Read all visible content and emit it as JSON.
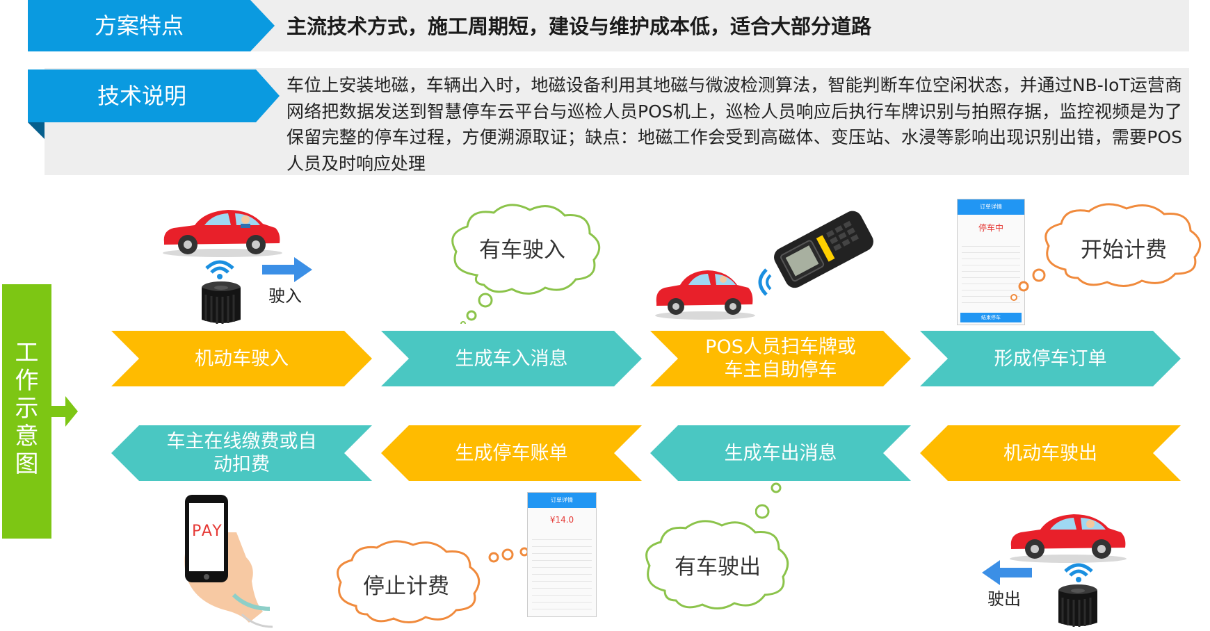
{
  "feature": {
    "title": "方案特点",
    "desc": "主流技术方式，施工周期短，建设与维护成本低，适合大部分道路"
  },
  "tech": {
    "title": "技术说明",
    "desc": "车位上安装地磁，车辆出入时，地磁设备利用其地磁与微波检测算法，智能判断车位空闲状态，并通过NB-IoT运营商网络把数据发送到智慧停车云平台与巡检人员POS机上，巡检人员响应后执行车牌识别与拍照存据，监控视频是为了保留完整的停车过程，方便溯源取证；缺点：地磁工作会受到高磁体、变压站、水浸等影响出现识别出错，需要POS人员及时响应处理"
  },
  "side_label": "工作示意图",
  "flow_top": [
    {
      "label": "机动车驶入"
    },
    {
      "label": "生成车入消息"
    },
    {
      "label": "POS人员扫车牌或车主自助停车"
    },
    {
      "label": "形成停车订单"
    }
  ],
  "flow_bottom": [
    {
      "label": "车主在线缴费或自动扣费"
    },
    {
      "label": "生成停车账单"
    },
    {
      "label": "生成车出消息"
    },
    {
      "label": "机动车驶出"
    }
  ],
  "clouds": {
    "car_in": "有车驶入",
    "start_billing": "开始计费",
    "car_out": "有车驶出",
    "stop_billing": "停止计费"
  },
  "labels": {
    "drive_in": "驶入",
    "drive_out": "驶出",
    "pay": "PAY"
  },
  "phone_order": {
    "title": "订单详情",
    "status": "停车中",
    "amount": "¥14.0",
    "button": "结束停车"
  },
  "colors": {
    "blue": "#0a9ae0",
    "yellow": "#ffbb00",
    "teal": "#4ac7c2",
    "green": "#7dc614",
    "car_red": "#e8202a"
  }
}
